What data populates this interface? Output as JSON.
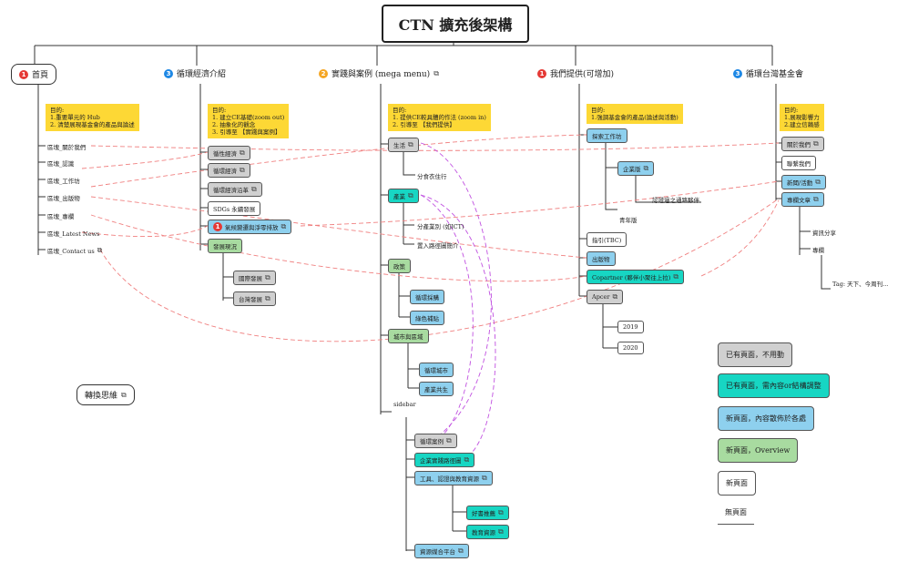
{
  "title": "CTN 擴充後架構",
  "sections": {
    "home": {
      "badge": "1",
      "label": "首頁",
      "goal": "目的:\n1.重要單元的 Hub\n2. 清楚展現基金會的產品與論述",
      "items": [
        "區塊_關於我們",
        "區塊_認識",
        "區塊_工作坊",
        "區塊_出版物",
        "區塊_專欄",
        "區塊_Latest News",
        "區塊_Contact us"
      ]
    },
    "intro": {
      "badge": "3",
      "label": "循環經濟介紹",
      "goal": "目的:\n1. 建立CE基礎(zoom out)\n2. 抽象化的觀念\n3. 引導至 【實踐與案例】",
      "items": [
        "循性經濟",
        "循環經濟",
        "循環經濟沿革",
        "SDGs 永續發展",
        "氣候變遷與淨零排放",
        "發展現況"
      ],
      "sub": [
        "國際發展",
        "台灣發展"
      ]
    },
    "practice": {
      "badge": "2",
      "label": "實踐與案例 (mega menu)",
      "goal": "目的:\n1. 提供CE較具體的作法 (zoom in)\n2. 引導至 【我們提供】",
      "items": [
        "生活",
        "產業",
        "政策",
        "城市與區域",
        "sidebar"
      ],
      "life_sub": [
        "分食衣住行"
      ],
      "industry_sub": [
        "分產業別 (如ICT)",
        "置入路徑圖簡介"
      ],
      "policy_sub": [
        "循環採購",
        "綠色補貼"
      ],
      "city_sub": [
        "循環城市",
        "產業共生"
      ],
      "sidebar_sub": [
        "循環案例",
        "企業實踐路徑圖",
        "工具、認證與教育資源",
        "資源媒合平台"
      ],
      "tool_sub": [
        "好書推薦",
        "教育資源"
      ]
    },
    "offer": {
      "badge": "1",
      "label": "我們提供(可增加)",
      "goal": "目的:\n1.強調基金會的產品(論述與活動)",
      "items": [
        "探索工作坊",
        "指引(TBC)",
        "出版物",
        "Copartner (夥伴小聚往上拉)",
        "Apcer"
      ],
      "workshop_sub": [
        "企業版",
        "青年版"
      ],
      "workshop_sub2": [
        "認證過之通路夥伴"
      ],
      "apcer_sub": [
        "2019",
        "2020"
      ]
    },
    "foundation": {
      "badge": "3",
      "label": "循環台灣基金會",
      "goal": "目的:\n1.展現影響力\n2.建立信賴感",
      "items": [
        "關於我們",
        "聯繫我們",
        "新聞/活動",
        "專欄文章"
      ],
      "column_sub": [
        "資訊分享",
        "專欄"
      ],
      "tag": "Tag: 天下、今周刊..."
    }
  },
  "mindmap_link": "轉換思維",
  "legend": [
    "已有頁面，不用動",
    "已有頁面，需內容or結構調整",
    "新頁面，內容散佈於各處",
    "新頁面，Overview",
    "新頁面",
    "無頁面"
  ],
  "colors": {
    "gray": "#d0d0d0",
    "teal": "#17d6c3",
    "blue": "#8ed0ee",
    "green": "#a8dba0",
    "goal": "#fdd835",
    "dashed_red": "#f08080",
    "dashed_purple": "#c050e0"
  }
}
